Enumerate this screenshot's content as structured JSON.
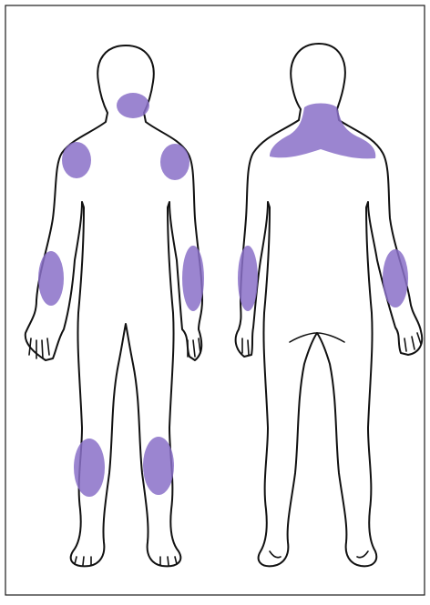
{
  "figure": {
    "views": [
      {
        "id": "front",
        "label": ""
      },
      {
        "id": "back",
        "label": ""
      }
    ],
    "colors": {
      "affected_area": "#8a70c8",
      "outline": "#111111",
      "background": "#ffffff",
      "border": "#1a1a1a"
    },
    "affected_areas": {
      "front": [
        "neck-front",
        "left-shoulder",
        "right-shoulder",
        "left-forearm",
        "right-forearm",
        "left-knee",
        "right-knee"
      ],
      "back": [
        "neck-and-upper-back",
        "left-forearm",
        "right-forearm"
      ]
    }
  }
}
